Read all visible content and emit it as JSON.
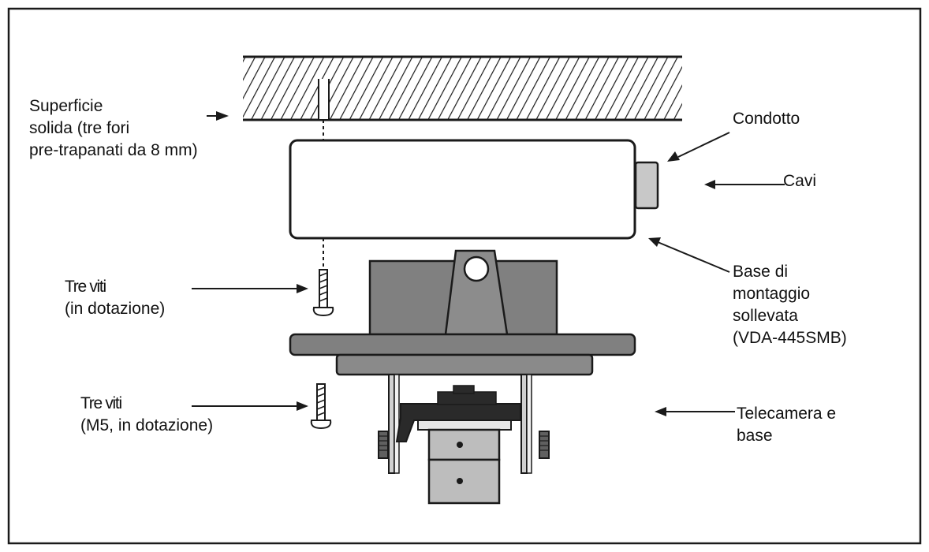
{
  "labels": {
    "surface": [
      "Superficie",
      "solida (tre fori",
      "pre-trapanati da 8 mm)"
    ],
    "conduit": [
      "Condotto"
    ],
    "cables": [
      "Cavi"
    ],
    "base": [
      "Base di",
      "montaggio",
      "sollevata",
      "(VDA-445SMB)"
    ],
    "screws_supplied": [
      "Tre viti",
      "(in dotazione)"
    ],
    "screws_m5": [
      "Tre viti",
      "(M5, in dotazione)"
    ],
    "camera": [
      "Telecamera e",
      "base"
    ]
  },
  "colors": {
    "outline": "#1a1a1a",
    "gray_part": "#808080",
    "dark_part": "#2a2a2a",
    "light_part": "#bdbdbd",
    "cable_box": "#c8c8c8",
    "background": "#ffffff"
  }
}
